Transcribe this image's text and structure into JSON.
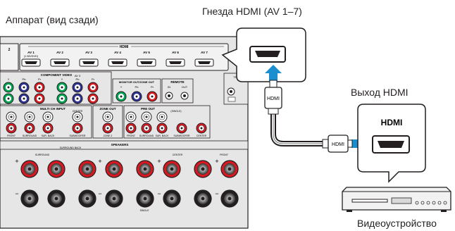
{
  "captions": {
    "unit_rear": "Аппарат (вид сзади)",
    "hdmi_jacks": "Гнезда HDMI (AV 1–7)",
    "hdmi_output": "Выход HDMI",
    "video_device": "Видеоустройство"
  },
  "panel": {
    "hdmi_header": "HDMI",
    "hdmi_jacks": [
      {
        "label": "AV 1",
        "sub": "(1 BD/DVD)"
      },
      {
        "label": "AV 2",
        "sub": ""
      },
      {
        "label": "AV 3",
        "sub": ""
      },
      {
        "label": "AV 4",
        "sub": ""
      },
      {
        "label": "AV 5",
        "sub": ""
      },
      {
        "label": "AV 6",
        "sub": ""
      },
      {
        "label": "AV 7",
        "sub": ""
      }
    ],
    "left_edge_number": "2",
    "component_video": "COMPONENT VIDEO",
    "comp_y": "Y",
    "comp_pb": "Pb",
    "comp_pr": "Pr",
    "comp_av3": "AV 3",
    "monitor_out": "MONITOR OUT/ZONE OUT",
    "remote": "REMOTE",
    "remote_in": "IN",
    "remote_out": "OUT",
    "trig_label": "TRIG",
    "multi_ch_input": "MULTI CH INPUT",
    "center_label": "CENTER",
    "zone_out": "ZONE OUT",
    "pre_out": "PRE OUT",
    "single_label": "(SINGLE)",
    "front": "FRONT",
    "surround": "SURROUND",
    "sur_back": "SUR. BACK",
    "subwoofer": "SUBWOOFER",
    "zone2": "ZONE 2",
    "center": "CENTER",
    "speakers": "SPEAKERS",
    "surround_back": "SURROUND BACK",
    "single": "SINGLE"
  },
  "cable": {
    "plug_label_1": "HDMI",
    "plug_label_2": "HDMI"
  },
  "device": {
    "port_label": "HDMI"
  },
  "colors": {
    "arrow": "#1a8fd0",
    "panel": "#e6e6e6",
    "red": "#d71920",
    "green": "#00a651",
    "blue": "#2e3192"
  }
}
